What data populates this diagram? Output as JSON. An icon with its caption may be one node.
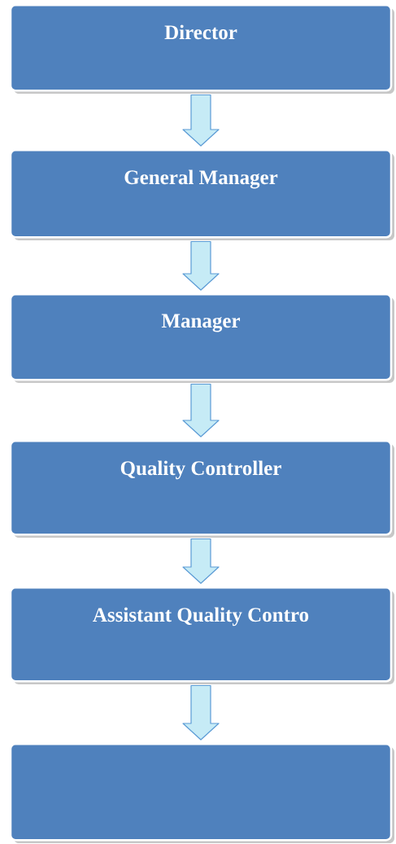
{
  "diagram": {
    "nodes": [
      {
        "text": [
          "Director"
        ]
      },
      {
        "text": [
          "General Manager"
        ]
      },
      {
        "text": [
          "Manager"
        ]
      },
      {
        "text": [
          "Quality Controller"
        ]
      },
      {
        "text": [
          "Assistant Quality Contro"
        ]
      },
      {
        "text": [],
        "shape": "box"
      }
    ],
    "edges": [
      {
        "from": 0,
        "to": 1,
        "arrow": "to"
      },
      {
        "from": 1,
        "to": 2,
        "arrow": "to"
      },
      {
        "from": 2,
        "to": 3,
        "arrow": "to"
      },
      {
        "from": 3,
        "to": 4,
        "arrow": "to"
      },
      {
        "from": 4,
        "to": 5,
        "arrow": "to"
      }
    ]
  }
}
